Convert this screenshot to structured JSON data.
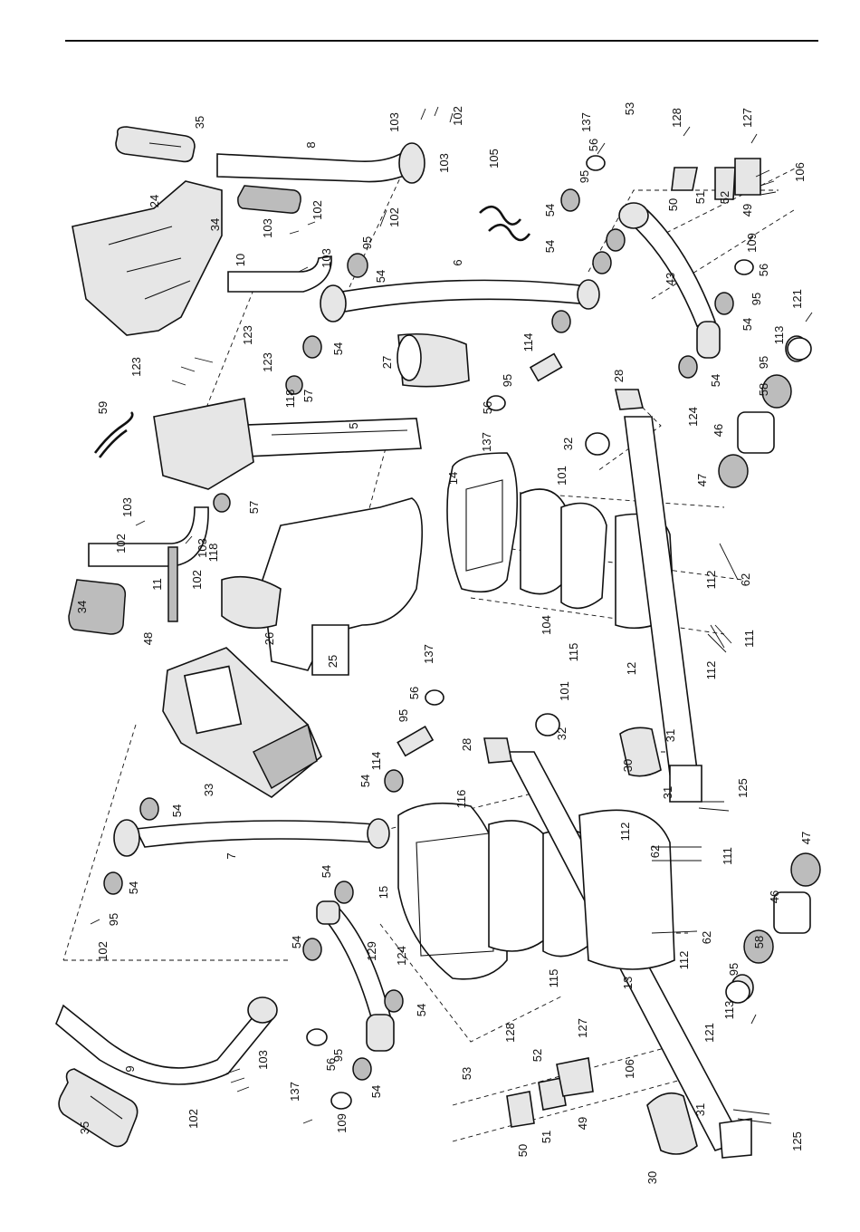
{
  "diagram": {
    "orientation": "rotated 90° counter-clockwise",
    "part_numbers": [
      "8",
      "35",
      "24",
      "34",
      "10",
      "103",
      "102",
      "105",
      "137",
      "56",
      "95",
      "54",
      "53",
      "128",
      "127",
      "106",
      "50",
      "51",
      "52",
      "49",
      "6",
      "109",
      "43",
      "121",
      "113",
      "58",
      "46",
      "47",
      "124",
      "59",
      "123",
      "118",
      "57",
      "5",
      "27",
      "114",
      "28",
      "32",
      "101",
      "14",
      "104",
      "115",
      "62",
      "111",
      "112",
      "12",
      "11",
      "48",
      "26",
      "25",
      "33",
      "31",
      "30",
      "125",
      "7",
      "116",
      "15",
      "13",
      "129",
      "9"
    ],
    "label_text": {
      "n8": "8",
      "n35": "35",
      "n24": "24",
      "n34": "34",
      "n10": "10",
      "n103": "103",
      "n102": "102",
      "n105": "105",
      "n137": "137",
      "n56": "56",
      "n95": "95",
      "n54": "54",
      "n53": "53",
      "n128": "128",
      "n127": "127",
      "n106": "106",
      "n50": "50",
      "n51": "51",
      "n52": "52",
      "n49": "49",
      "n6": "6",
      "n109": "109",
      "n43": "43",
      "n121": "121",
      "n113": "113",
      "n58": "58",
      "n46": "46",
      "n47": "47",
      "n124": "124",
      "n59": "59",
      "n123": "123",
      "n118": "118",
      "n57": "57",
      "n5": "5",
      "n27": "27",
      "n114": "114",
      "n28": "28",
      "n32": "32",
      "n101": "101",
      "n14": "14",
      "n104": "104",
      "n115": "115",
      "n62": "62",
      "n111": "111",
      "n112": "112",
      "n12": "12",
      "n11": "11",
      "n48": "48",
      "n26": "26",
      "n25": "25",
      "n33": "33",
      "n31": "31",
      "n30": "30",
      "n125": "125",
      "n7": "7",
      "n116": "116",
      "n15": "15",
      "n13": "13",
      "n129": "129",
      "n9": "9"
    }
  }
}
